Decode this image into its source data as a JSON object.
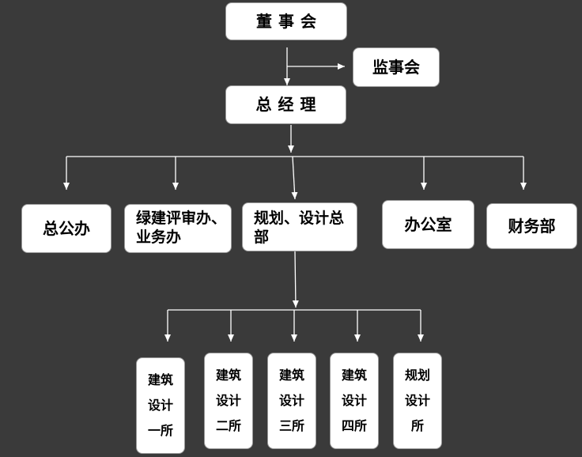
{
  "nodes": {
    "board": "董事会",
    "supervisors": "监事会",
    "gm": "总经理",
    "general_office": "总公办",
    "green_office": "绿建评审办、业务办",
    "planning_dept": "规划、设计总部",
    "admin_office": "办公室",
    "finance": "财务部",
    "inst1": "建筑\n设计\n一所",
    "inst2": "建筑\n设计\n二所",
    "inst3": "建筑\n设计\n三所",
    "inst4": "建筑\n设计\n四所",
    "inst_planning": "规划\n设计\n所"
  },
  "colors": {
    "background": "#3a3a3a",
    "box": "#ffffff",
    "line": "#ffffff",
    "text": "#000000"
  }
}
